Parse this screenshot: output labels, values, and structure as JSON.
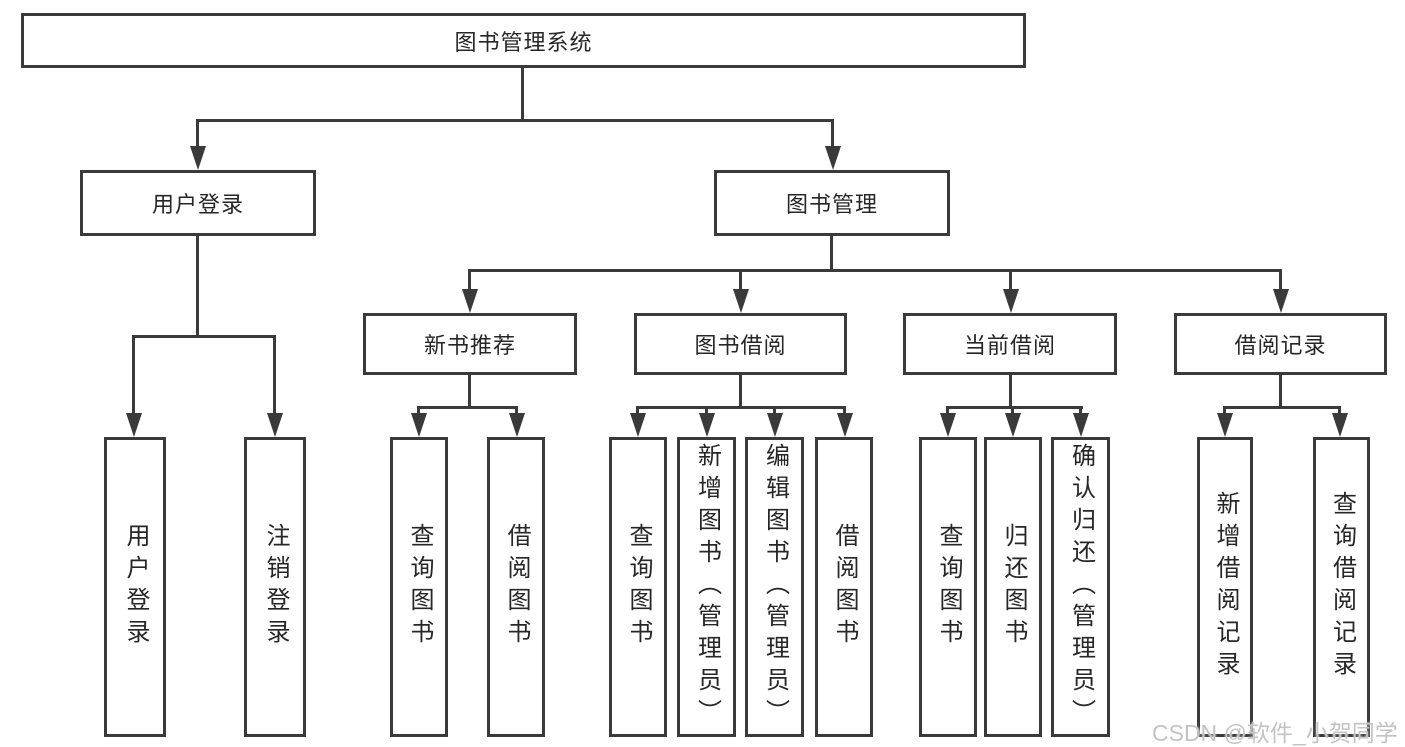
{
  "title": "图书管理系统",
  "watermark": "CSDN @软件_小贺同学",
  "colors": {
    "line": "#3a3a3a",
    "text": "#262626",
    "background": "#ffffff",
    "watermark": "#c3c3c3"
  },
  "tree": {
    "label": "图书管理系统",
    "children": [
      {
        "label": "用户登录",
        "children": [
          {
            "label": "用户登录"
          },
          {
            "label": "注销登录"
          }
        ]
      },
      {
        "label": "图书管理",
        "children": [
          {
            "label": "新书推荐",
            "children": [
              {
                "label": "查询图书"
              },
              {
                "label": "借阅图书"
              }
            ]
          },
          {
            "label": "图书借阅",
            "children": [
              {
                "label": "查询图书"
              },
              {
                "label": "新增图书（管理员）"
              },
              {
                "label": "编辑图书（管理员）"
              },
              {
                "label": "借阅图书"
              }
            ]
          },
          {
            "label": "当前借阅",
            "children": [
              {
                "label": "查询图书"
              },
              {
                "label": "归还图书"
              },
              {
                "label": "确认归还（管理员）"
              }
            ]
          },
          {
            "label": "借阅记录",
            "children": [
              {
                "label": "新增借阅记录"
              },
              {
                "label": "查询借阅记录"
              }
            ]
          }
        ]
      }
    ]
  }
}
